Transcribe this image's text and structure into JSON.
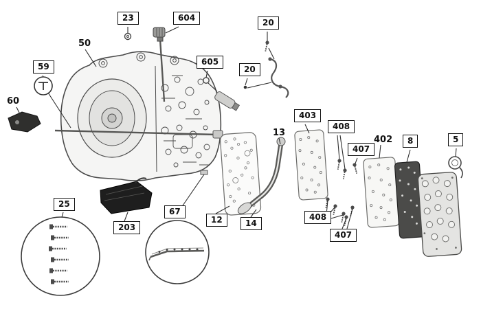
{
  "figure": {
    "type": "exploded-parts-diagram",
    "colors": {
      "line": "#3c3c3c",
      "dark_fill": "#1e1e1e",
      "plate_fill": "#f6f6f4",
      "background": "#ffffff"
    },
    "callouts": [
      {
        "label": "23",
        "boxed": true
      },
      {
        "label": "604",
        "boxed": true
      },
      {
        "label": "20",
        "boxed": true
      },
      {
        "label": "605",
        "boxed": true
      },
      {
        "label": "20",
        "boxed": true
      },
      {
        "label": "59",
        "boxed": true
      },
      {
        "label": "50",
        "boxed": false
      },
      {
        "label": "60",
        "boxed": false
      },
      {
        "label": "403",
        "boxed": true
      },
      {
        "label": "408",
        "boxed": true
      },
      {
        "label": "407",
        "boxed": true
      },
      {
        "label": "402",
        "boxed": false
      },
      {
        "label": "8",
        "boxed": true
      },
      {
        "label": "5",
        "boxed": true
      },
      {
        "label": "13",
        "boxed": false
      },
      {
        "label": "12",
        "boxed": true
      },
      {
        "label": "14",
        "boxed": true
      },
      {
        "label": "408",
        "boxed": true
      },
      {
        "label": "407",
        "boxed": true
      },
      {
        "label": "25",
        "boxed": true
      },
      {
        "label": "203",
        "boxed": true
      },
      {
        "label": "67",
        "boxed": true
      }
    ]
  }
}
